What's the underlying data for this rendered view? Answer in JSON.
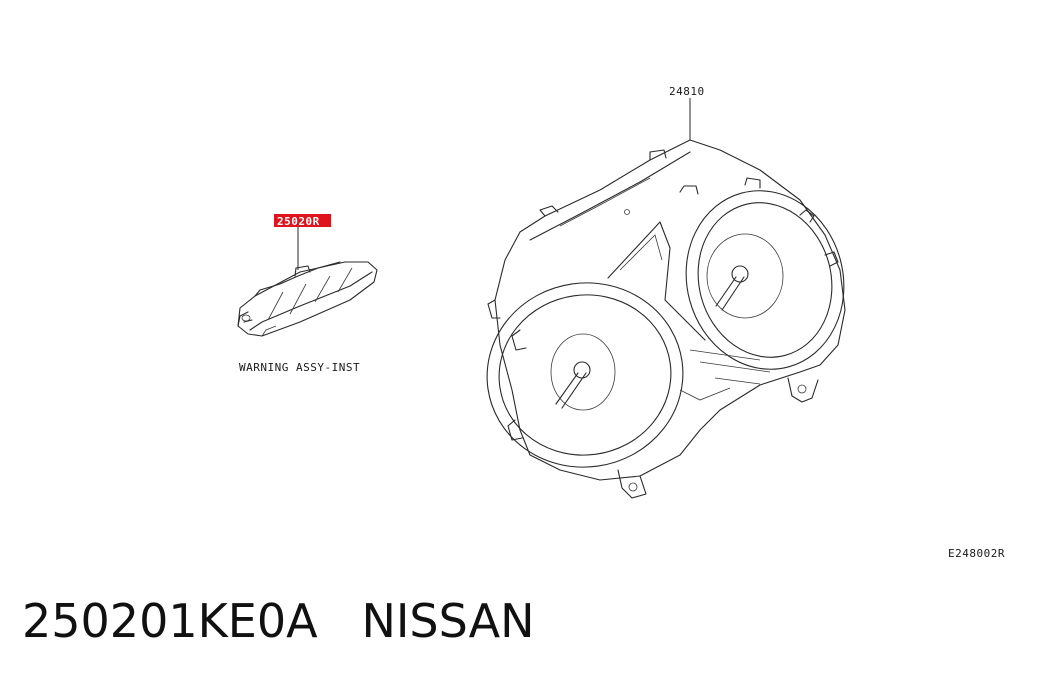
{
  "callouts": {
    "cluster_part_no": "24810",
    "warning_part_no": "25020R",
    "warning_desc": "WARNING ASSY-INST",
    "figure_ref": "E248002R"
  },
  "footer": {
    "part_number": "250201KE0A",
    "brand": "NISSAN"
  },
  "colors": {
    "highlight": "#e0141c",
    "line": "#2a2a2a"
  }
}
